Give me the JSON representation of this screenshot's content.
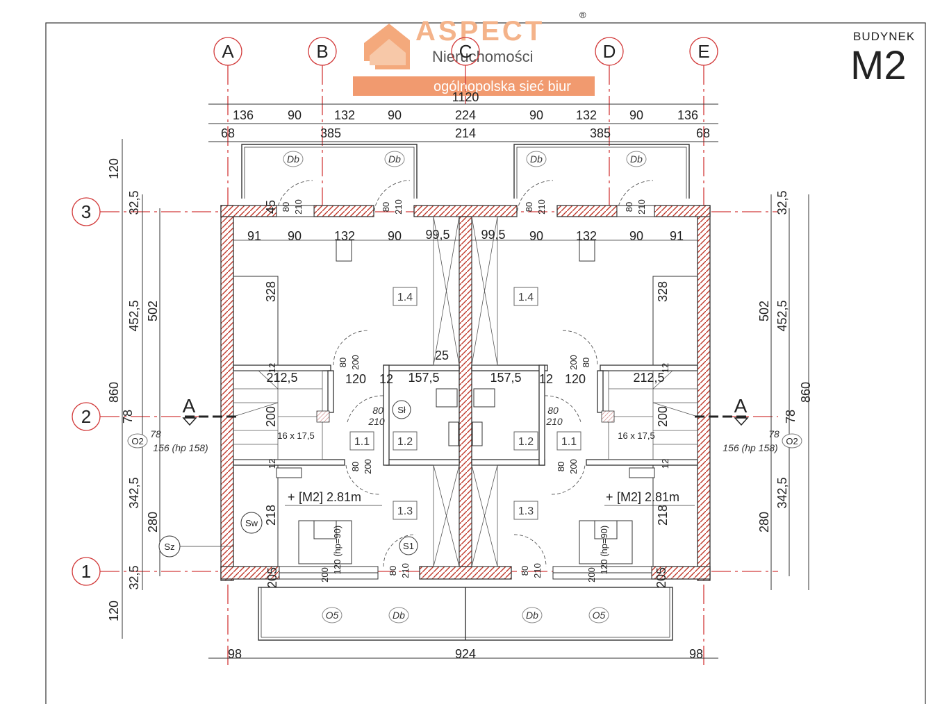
{
  "logo": {
    "brand": "ASPECT",
    "registered": "®",
    "subtitle": "Nieruchomości",
    "tagline": "ogólnopolska sieć biur",
    "colors": {
      "accent": "#f4a97c",
      "band": "#f19a6f"
    }
  },
  "building": {
    "label": "BUDYNEK",
    "code": "M2"
  },
  "axes": {
    "columns": [
      "A",
      "B",
      "C",
      "D",
      "E"
    ],
    "rows": [
      "3",
      "2",
      "1"
    ],
    "color": "#d23a3a"
  },
  "dimensions": {
    "top_total": "1120",
    "top_row1": [
      "136",
      "90",
      "132",
      "90",
      "224",
      "90",
      "132",
      "90",
      "136"
    ],
    "top_row2": [
      "68",
      "385",
      "214",
      "385",
      "68"
    ],
    "bottom": [
      "98",
      "924",
      "98"
    ],
    "left_outer": [
      "120",
      "860",
      "120"
    ],
    "left_mid": [
      "32,5",
      "452,5",
      "78",
      "342,5",
      "32,5"
    ],
    "left_inner": [
      "502",
      "280"
    ],
    "right_outer": [
      "860"
    ],
    "right_mid": [
      "32,5",
      "452,5",
      "78",
      "342,5"
    ],
    "right_inner": [
      "502",
      "280"
    ],
    "inner_top_left": [
      "91",
      "90",
      "132",
      "90",
      "99,5"
    ],
    "inner_top_right": [
      "99,5",
      "90",
      "132",
      "90",
      "91"
    ],
    "mid_left": [
      "212,5",
      "120",
      "12",
      "157,5"
    ],
    "mid_right": [
      "157,5",
      "12",
      "120",
      "212,5"
    ],
    "misc": {
      "wall_25": "25",
      "h328": "328",
      "h200": "200",
      "h218": "218",
      "h12": "12",
      "h205": "205",
      "h45": "45",
      "w80": "80",
      "w210": "210",
      "w200": "200",
      "w120": "120",
      "hp90": "120 (hp=90)",
      "stairs": "16 x 17,5",
      "o2_78": "78",
      "o2_156": "156 (hp 158)"
    }
  },
  "rooms": {
    "r14": "1.4",
    "r11": "1.1",
    "r12": "1.2",
    "r13": "1.3"
  },
  "symbols": {
    "db": "Db",
    "o2": "O2",
    "o5": "O5",
    "sl": "Sł",
    "s1": "S1",
    "sw": "Sw",
    "sz": "Sz",
    "section": "A",
    "level": "[M2] 2.81m",
    "plus": "+"
  }
}
